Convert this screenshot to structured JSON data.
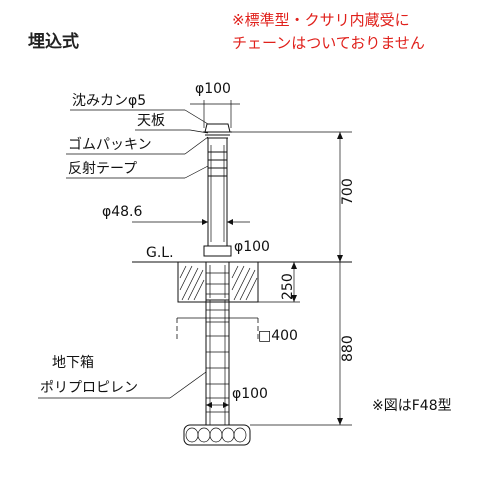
{
  "title": "埋込式",
  "notice": {
    "line1": "※標準型・クサリ内蔵受に",
    "line2": "チェーンはついておりません"
  },
  "labels": {
    "cap": "沈みカンφ5",
    "top_plate": "天板",
    "gasket": "ゴムパッキン",
    "reflective_tape": "反射テープ",
    "pipe_dia": "φ48.6",
    "ground_level": "G.L.",
    "underground_box_1": "地下箱",
    "underground_box_2": "ポリプロピレン"
  },
  "dimensions": {
    "top_dia": "φ100",
    "height_above": "700",
    "collar_dia": "φ100",
    "depth_box": "250",
    "square": "□400",
    "depth_total": "880",
    "bottom_dia": "φ100"
  },
  "note_model": "※図はF48型"
}
